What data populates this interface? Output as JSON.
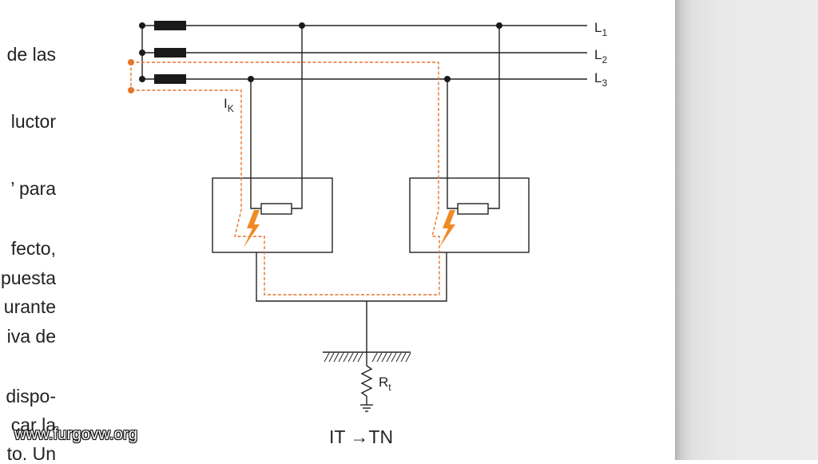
{
  "text_fragments": [
    "de las",
    "luctor",
    "’ para",
    "fecto,",
    "puesta",
    "urante",
    "iva de",
    "dispo-",
    "car la",
    "to. Un"
  ],
  "watermark": "www.furgovw.org",
  "diagram": {
    "line_labels": {
      "L1": {
        "letter": "L",
        "sub": "1"
      },
      "L2": {
        "letter": "L",
        "sub": "2"
      },
      "L3": {
        "letter": "L",
        "sub": "3"
      }
    },
    "fault_current_label": {
      "letter": "I",
      "sub": "K"
    },
    "earth_resistor_label": {
      "letter": "R",
      "sub": "t"
    },
    "caption": "IT →TN",
    "colors": {
      "line": "#222222",
      "fault_path": "#e8742a",
      "bolt": "#f08a24"
    }
  }
}
